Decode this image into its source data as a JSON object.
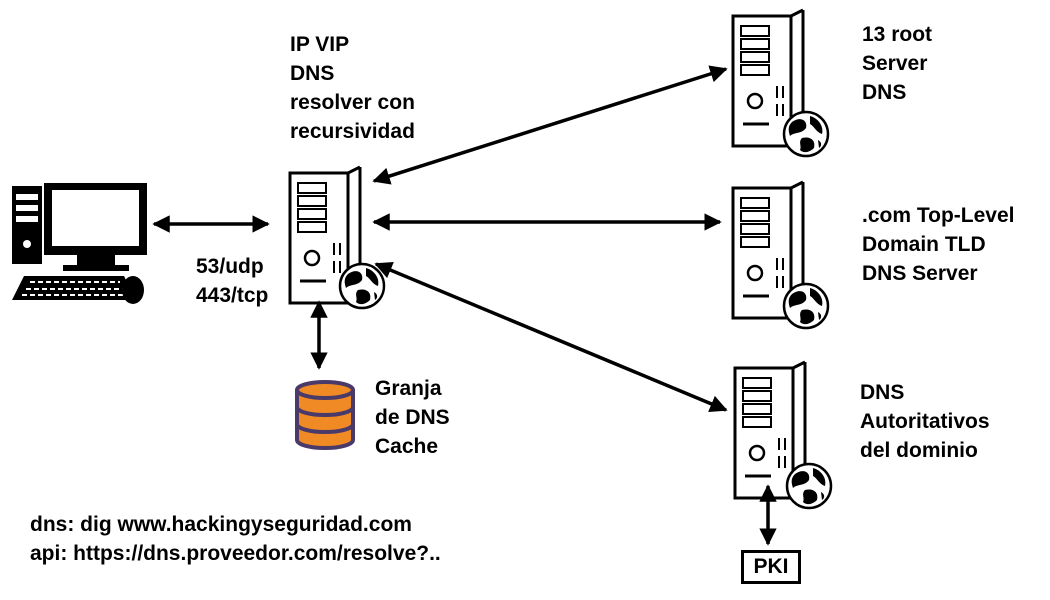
{
  "resolver": {
    "lines": [
      "IP VIP",
      "DNS",
      "resolver con",
      "recursividad"
    ]
  },
  "ports": {
    "lines": [
      "53/udp",
      "443/tcp"
    ]
  },
  "cache": {
    "lines": [
      "Granja",
      "de DNS",
      "Cache"
    ]
  },
  "root": {
    "lines": [
      "13 root",
      "Server",
      "DNS"
    ]
  },
  "tld": {
    "lines": [
      ".com Top-Level",
      "Domain TLD",
      "DNS Server"
    ]
  },
  "authoritative": {
    "lines": [
      "DNS",
      "Autoritativos",
      "del dominio"
    ]
  },
  "pki": {
    "label": "PKI"
  },
  "notes": {
    "dns": "dns: dig www.hackingyseguridad.com",
    "api": "api: https://dns.proveedor.com/resolve?.."
  },
  "colors": {
    "database_fill": "#f08a24",
    "database_outline": "#4a3a6a",
    "stroke": "#000000"
  }
}
